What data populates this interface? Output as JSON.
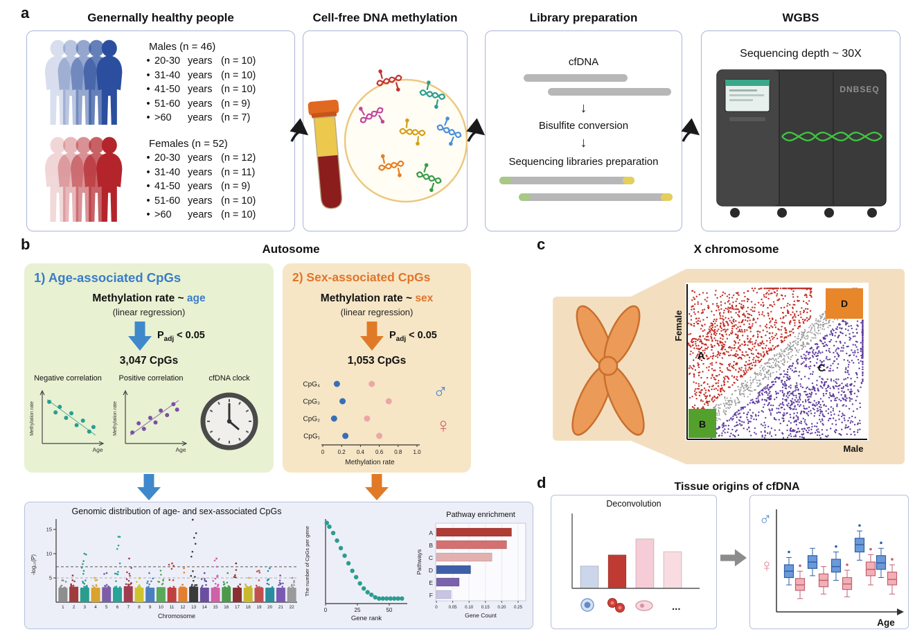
{
  "panels": {
    "a": {
      "label": "a",
      "cohort": {
        "title": "Genernally healthy people",
        "unit_label": "years",
        "males": {
          "heading": "Males (n = 46)",
          "color": "#2b4f9e",
          "items": [
            {
              "range": "20-30",
              "n": "(n = 10)"
            },
            {
              "range": "31-40",
              "n": "(n = 10)"
            },
            {
              "range": "41-50",
              "n": "(n = 10)"
            },
            {
              "range": "51-60",
              "n": "(n = 9)"
            },
            {
              "range": ">60",
              "n": "(n = 7)"
            }
          ]
        },
        "females": {
          "heading": "Females (n = 52)",
          "color": "#b3252b",
          "items": [
            {
              "range": "20-30",
              "n": "(n = 12)"
            },
            {
              "range": "31-40",
              "n": "(n = 11)"
            },
            {
              "range": "41-50",
              "n": "(n = 9)"
            },
            {
              "range": "51-60",
              "n": "(n = 10)"
            },
            {
              "range": ">60",
              "n": "(n = 10)"
            }
          ]
        }
      },
      "methylation": {
        "title": "Cell-free DNA methylation"
      },
      "library": {
        "title": "Library preparation",
        "arrow": "↓",
        "steps": [
          "cfDNA",
          "Bisulfite conversion",
          "Sequencing libraries preparation"
        ]
      },
      "wgbs": {
        "title": "WGBS",
        "depth": "Sequencing depth ~ 30X",
        "machine_label": "DNBSEQ"
      }
    },
    "b": {
      "label": "b",
      "title": "Autosome",
      "age_box": {
        "heading": "1) Age-associated CpGs",
        "heading_color": "#3b7cc9",
        "formula_prefix": "Methylation rate ~ ",
        "formula_var": "age",
        "method": "(linear regression)",
        "padj": {
          "p": "P",
          "sub": "adj",
          "rest": " < 0.05"
        },
        "count": "3,047 CpGs",
        "minis": {
          "negative": {
            "title": "Negative correlation",
            "ylabel": "Methylation rate",
            "xlabel": "Age",
            "color": "#2a9d8f",
            "points": [
              [
                0.08,
                0.85
              ],
              [
                0.2,
                0.62
              ],
              [
                0.28,
                0.74
              ],
              [
                0.4,
                0.5
              ],
              [
                0.5,
                0.6
              ],
              [
                0.6,
                0.34
              ],
              [
                0.72,
                0.44
              ],
              [
                0.84,
                0.2
              ],
              [
                0.92,
                0.3
              ]
            ],
            "trend": [
              [
                0.04,
                0.9
              ],
              [
                0.96,
                0.12
              ]
            ]
          },
          "positive": {
            "title": "Positive correlation",
            "ylabel": "Methylation rate",
            "xlabel": "Age",
            "color": "#7b4fa6",
            "points": [
              [
                0.08,
                0.18
              ],
              [
                0.2,
                0.38
              ],
              [
                0.3,
                0.26
              ],
              [
                0.42,
                0.5
              ],
              [
                0.52,
                0.4
              ],
              [
                0.62,
                0.66
              ],
              [
                0.74,
                0.56
              ],
              [
                0.86,
                0.8
              ],
              [
                0.93,
                0.68
              ]
            ],
            "trend": [
              [
                0.04,
                0.12
              ],
              [
                0.96,
                0.88
              ]
            ]
          },
          "clock": {
            "title": "cfDNA clock"
          }
        }
      },
      "sex_box": {
        "heading": "2) Sex-associated CpGs",
        "heading_color": "#e0752b",
        "formula_prefix": "Methylation rate ~ ",
        "formula_var": "sex",
        "method": "(linear regression)",
        "padj": {
          "p": "P",
          "sub": "adj",
          "rest": " < 0.05"
        },
        "count": "1,053 CpGs",
        "dotplot": {
          "rows": [
            "CpG₄",
            "CpG₃",
            "CpG₂",
            "CpG₁"
          ],
          "male_values": [
            0.15,
            0.21,
            0.12,
            0.24
          ],
          "female_values": [
            0.52,
            0.7,
            0.47,
            0.6
          ],
          "male_color": "#3a6db8",
          "female_color": "#eda6a6",
          "male_symbol": "♂",
          "female_symbol": "♀",
          "male_symbol_color": "#4a86c8",
          "female_symbol_color": "#d4626e",
          "xticks": [
            "0",
            "0.2",
            "0.4",
            "0.6",
            "0.8",
            "1.0"
          ],
          "xlabel": "Methylation rate"
        }
      },
      "results_box": {
        "manhattan": {
          "title": "Genomic distribution of age- and sex-associated CpGs",
          "ylabel": "-log₁₀(P)",
          "xlabel": "Chromosome",
          "yticks": [
            5,
            10,
            15
          ],
          "threshold_lines": [
            5,
            7.3
          ],
          "chromosomes": [
            {
              "chr": "1",
              "color": "#8e8e8e",
              "base": 3.0,
              "max": 4.5
            },
            {
              "chr": "2",
              "color": "#a03c3c",
              "base": 3.2,
              "max": 5.5
            },
            {
              "chr": "3",
              "color": "#2a9d8f",
              "base": 3.0,
              "max": 10
            },
            {
              "chr": "4",
              "color": "#d8a32e",
              "base": 3.0,
              "max": 5
            },
            {
              "chr": "5",
              "color": "#7b5ea7",
              "base": 3.1,
              "max": 6
            },
            {
              "chr": "6",
              "color": "#27a398",
              "base": 3.0,
              "max": 13.5
            },
            {
              "chr": "7",
              "color": "#a03c50",
              "base": 3.3,
              "max": 9
            },
            {
              "chr": "8",
              "color": "#cec32e",
              "base": 3.0,
              "max": 5
            },
            {
              "chr": "9",
              "color": "#4a7fc1",
              "base": 3.0,
              "max": 6
            },
            {
              "chr": "10",
              "color": "#5aa85a",
              "base": 3.1,
              "max": 6.5
            },
            {
              "chr": "11",
              "color": "#c04040",
              "base": 3.0,
              "max": 8
            },
            {
              "chr": "12",
              "color": "#e08030",
              "base": 3.0,
              "max": 7
            },
            {
              "chr": "13",
              "color": "#3a3a3a",
              "base": 3.2,
              "max": 17
            },
            {
              "chr": "14",
              "color": "#6a4fa0",
              "base": 3.0,
              "max": 6
            },
            {
              "chr": "15",
              "color": "#d060a8",
              "base": 3.0,
              "max": 9
            },
            {
              "chr": "16",
              "color": "#4a9a4a",
              "base": 3.1,
              "max": 6
            },
            {
              "chr": "17",
              "color": "#8a3030",
              "base": 3.0,
              "max": 8
            },
            {
              "chr": "18",
              "color": "#c8b830",
              "base": 3.0,
              "max": 5
            },
            {
              "chr": "19",
              "color": "#c05050",
              "base": 3.0,
              "max": 6.5
            },
            {
              "chr": "20",
              "color": "#2a8d9d",
              "base": 3.0,
              "max": 7
            },
            {
              "chr": "21",
              "color": "#7a5ab0",
              "base": 3.0,
              "max": 5.5
            },
            {
              "chr": "22",
              "color": "#9a9a9a",
              "base": 3.0,
              "max": 5
            }
          ]
        },
        "generank": {
          "ylabel": "The number of CpGs per gene",
          "xlabel": "Gene rank",
          "xticks": [
            0,
            25,
            50
          ],
          "color": "#2a9d8f",
          "points": [
            [
              1,
              64
            ],
            [
              3,
              61
            ],
            [
              6,
              56
            ],
            [
              9,
              50
            ],
            [
              12,
              44
            ],
            [
              15,
              38
            ],
            [
              18,
              32
            ],
            [
              21,
              26
            ],
            [
              24,
              21
            ],
            [
              27,
              16
            ],
            [
              30,
              12
            ],
            [
              33,
              9
            ],
            [
              36,
              7
            ],
            [
              39,
              5
            ],
            [
              42,
              4
            ],
            [
              45,
              4
            ],
            [
              48,
              4
            ],
            [
              51,
              4
            ],
            [
              54,
              4
            ],
            [
              57,
              4
            ],
            [
              60,
              4
            ]
          ]
        },
        "pathway": {
          "title": "Pathway enrichment",
          "ylabel": "Pathways",
          "xlabel": "Gene Count",
          "categories": [
            "A",
            "B",
            "C",
            "D",
            "E",
            "F"
          ],
          "values": [
            0.23,
            0.215,
            0.17,
            0.105,
            0.07,
            0.045
          ],
          "colors": [
            "#b03a34",
            "#d57070",
            "#e3b0b0",
            "#3f5fa8",
            "#7a63ab",
            "#c9c4e4"
          ],
          "xticks": [
            "0",
            "0.05",
            "0.10",
            "0.15",
            "0.20",
            "0.25"
          ],
          "xmax": 0.25
        }
      }
    },
    "c": {
      "label": "c",
      "title": "X chromosome",
      "plot": {
        "ylabel": "Female",
        "xlabel": "Male",
        "regions": {
          "a": "A",
          "b": "B",
          "c": "C",
          "d": "D"
        },
        "region_colors": {
          "a": "#c13028",
          "b": "#54a02c",
          "c": "#5f3d9e",
          "d": "#e8862a"
        },
        "diagonal_color": "#9a9a9a"
      }
    },
    "d": {
      "label": "d",
      "title": "Tissue origins of cfDNA",
      "deconvolution": {
        "title": "Deconvolution",
        "bar_values": [
          0.28,
          0.42,
          0.62,
          0.46
        ],
        "bar_colors": [
          "#ccd6ea",
          "#bf3a32",
          "#f6ccd6",
          "#f8dce2"
        ],
        "ellipsis": "..."
      },
      "boxplot": {
        "xlabel": "Age",
        "male_symbol": "♂",
        "female_symbol": "♀",
        "male_color": "#5b8fd4",
        "female_color": "#e08a96",
        "male_boxes": [
          {
            "lo": 0.28,
            "q1": 0.36,
            "med": 0.43,
            "q3": 0.5,
            "hi": 0.58,
            "out": 0.64
          },
          {
            "lo": 0.38,
            "q1": 0.46,
            "med": 0.53,
            "q3": 0.6,
            "hi": 0.68,
            "out": null
          },
          {
            "lo": 0.33,
            "q1": 0.42,
            "med": 0.48,
            "q3": 0.56,
            "hi": 0.64,
            "out": 0.7
          },
          {
            "lo": 0.55,
            "q1": 0.64,
            "med": 0.72,
            "q3": 0.79,
            "hi": 0.87,
            "out": 0.93
          },
          {
            "lo": 0.36,
            "q1": 0.45,
            "med": 0.52,
            "q3": 0.6,
            "hi": 0.68,
            "out": 0.74
          }
        ],
        "female_boxes": [
          {
            "lo": 0.13,
            "q1": 0.22,
            "med": 0.28,
            "q3": 0.35,
            "hi": 0.43,
            "out": 0.49
          },
          {
            "lo": 0.18,
            "q1": 0.26,
            "med": 0.33,
            "q3": 0.4,
            "hi": 0.48,
            "out": null
          },
          {
            "lo": 0.15,
            "q1": 0.23,
            "med": 0.29,
            "q3": 0.36,
            "hi": 0.44,
            "out": 0.5
          },
          {
            "lo": 0.28,
            "q1": 0.38,
            "med": 0.45,
            "q3": 0.53,
            "hi": 0.61,
            "out": 0.67
          },
          {
            "lo": 0.18,
            "q1": 0.28,
            "med": 0.34,
            "q3": 0.42,
            "hi": 0.5,
            "out": 0.56
          }
        ]
      }
    }
  }
}
